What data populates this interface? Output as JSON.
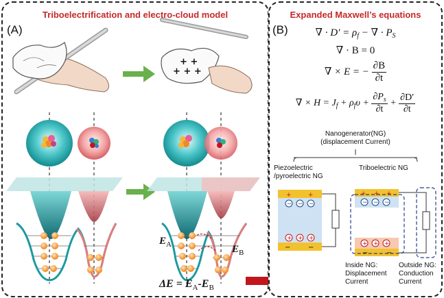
{
  "panel_a": {
    "title": "Triboelectrification and electro-cloud model",
    "letter": "(A)",
    "e_label_a": "E",
    "e_label_a_sub": "A",
    "e_label_b": "E",
    "e_label_b_sub": "B",
    "delta_eq_lhs": "ΔE = E",
    "delta_eq_sub_a": "A",
    "delta_eq_mid": "-E",
    "delta_eq_sub_b": "B"
  },
  "panel_b": {
    "title": "Expanded Maxwell’s equations",
    "letter": "(B)",
    "eq1": "∇ · D′ = ρ",
    "eq1_sub": "f",
    "eq1_tail": " − ∇ · P",
    "eq1_tail_sub": "S",
    "eq2": "∇ · B = 0",
    "eq3_lhs": "∇ × E = −",
    "eq3_num": "∂B",
    "eq3_den": "∂t",
    "eq4_lhs": "∇ × H = J",
    "eq4_sub": "f",
    "eq4_mid": " + ρ",
    "eq4_mid_sub": "f",
    "eq4_v": "υ + ",
    "eq4_num1": "∂P",
    "eq4_num1_sub": "s",
    "eq4_den1": "∂t",
    "eq4_plus": " + ",
    "eq4_num2": "∂D′",
    "eq4_den2": "∂t",
    "ng_title_line1": "Nanogenerator(NG)",
    "ng_title_line2": "(displacement Current)",
    "piezo_line1": "Piezoelectric",
    "piezo_line2": "/pyroelectric NG",
    "tribo_label": "Triboelectric NG",
    "inside_line1": "Inside NG:",
    "inside_line2": "Displacement",
    "inside_line3": "Current",
    "outside_line1": "Outside NG:",
    "outside_line2": "Conduction",
    "outside_line3": "Current"
  },
  "colors": {
    "title_red": "#c62828",
    "arrow_green": "#6ab04c",
    "arrow_red": "#c0161c",
    "teal": "#1a9aa0",
    "pink": "#e07c7c",
    "electrode": "#f2c12e",
    "light_blue": "#cfe2f3"
  }
}
